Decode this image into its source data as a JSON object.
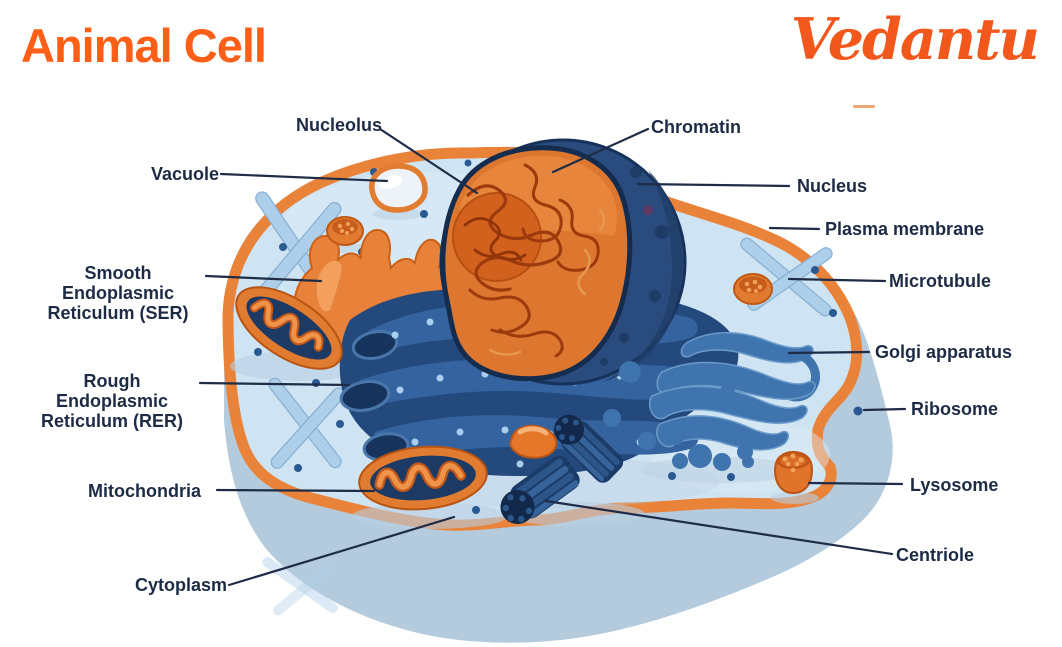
{
  "page": {
    "title": "Animal Cell",
    "brand": "Vedantu"
  },
  "colors": {
    "title_orange": "#fd5f17",
    "brand_orange": "#f2571c",
    "label_navy": "#1d2b45",
    "membrane_orange": "#e9833a",
    "cytoplasm_blue": "#cfe4f3",
    "cell_depth_blue": "#b4cbdd",
    "organelle_navy": "#2a4b7d",
    "organelle_orange": "#e07b30",
    "golgi_blue": "#3f74ae",
    "microtubule_blue": "#aecfe9",
    "background": "#ffffff"
  },
  "diagram": {
    "description": "Labeled diagram of an animal cell",
    "labels": {
      "nucleolus": "Nucleolus",
      "chromatin": "Chromatin",
      "vacuole": "Vacuole",
      "nucleus": "Nucleus",
      "plasma_membrane": "Plasma membrane",
      "smooth_er": "Smooth Endoplasmic Reticulum (SER)",
      "microtubule": "Microtubule",
      "golgi": "Golgi apparatus",
      "rough_er": "Rough Endoplasmic Reticulum (RER)",
      "ribosome": "Ribosome",
      "mitochondria": "Mitochondria",
      "lysosome": "Lysosome",
      "centriole": "Centriole",
      "cytoplasm": "Cytoplasm"
    }
  }
}
